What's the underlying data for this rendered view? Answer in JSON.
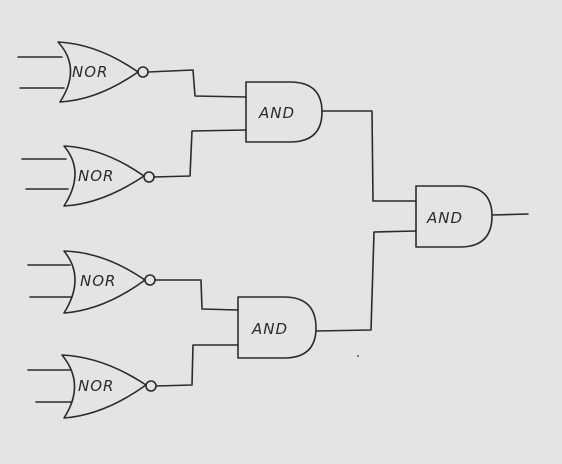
{
  "diagram": {
    "type": "logic-circuit",
    "colors": {
      "background": "#e4e4e4",
      "ink": "#2b2b2b"
    },
    "gates": [
      {
        "id": "nor1",
        "kind": "NOR",
        "label": "NOR"
      },
      {
        "id": "nor2",
        "kind": "NOR",
        "label": "NOR"
      },
      {
        "id": "nor3",
        "kind": "NOR",
        "label": "NOR"
      },
      {
        "id": "nor4",
        "kind": "NOR",
        "label": "NOR"
      },
      {
        "id": "and1",
        "kind": "AND",
        "label": "AND"
      },
      {
        "id": "and2",
        "kind": "AND",
        "label": "AND"
      },
      {
        "id": "and3",
        "kind": "AND",
        "label": "AND"
      }
    ],
    "connections": [
      {
        "from": "nor1",
        "to": "and1"
      },
      {
        "from": "nor2",
        "to": "and1"
      },
      {
        "from": "nor3",
        "to": "and2"
      },
      {
        "from": "nor4",
        "to": "and2"
      },
      {
        "from": "and1",
        "to": "and3"
      },
      {
        "from": "and2",
        "to": "and3"
      }
    ]
  }
}
